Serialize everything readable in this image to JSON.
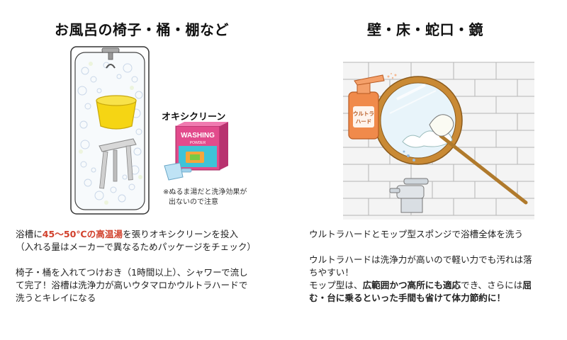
{
  "left": {
    "title": "お風呂の椅子・桶・棚など",
    "product_label": "オキシクリーン",
    "box_title": "WASHING",
    "box_subtitle": "POWDER",
    "note_line1": "※ぬるま湯だと洗浄効果が",
    "note_line2": "出ないので注意",
    "para1_pre": "浴槽に",
    "para1_highlight": "45～50℃の高温湯",
    "para1_post": "を張りオキシクリーンを投入",
    "para1_line2": "（入れる量はメーカーで異なるためパッケージをチェック）",
    "para2_line1": "椅子・桶を入れてつけおき（1時間以上）、シャワーで流し",
    "para2_line2": "て完了！浴槽は洗浄力が高いウタマロかウルトラハードで",
    "para2_line3": "洗うとキレイになる"
  },
  "right": {
    "title": "壁・床・蛇口・鏡",
    "bottle_label_1": "ウルトラ",
    "bottle_label_2": "ハード",
    "para1": "ウルトラハードとモップ型スポンジで浴槽全体を洗う",
    "para2_line1": "ウルトラハードは洗浄力が高いので軽い力でも汚れは落",
    "para2_line2": "ちやすい！",
    "para3_pre": "モップ型は、",
    "para3_bold": "広範囲かつ高所にも適応",
    "para3_mid": "でき、さらには",
    "para3_bold2": "屈",
    "para3_line2": "む・台に乗るといった手間も省けて体力節約に！"
  },
  "colors": {
    "highlight": "#d1402c",
    "bucket_yellow": "#f5d514",
    "bottle_orange": "#f08a4b",
    "mirror_frame": "#c98a35",
    "box_pink": "#e24b8c",
    "box_cyan": "#3ec3d8"
  }
}
